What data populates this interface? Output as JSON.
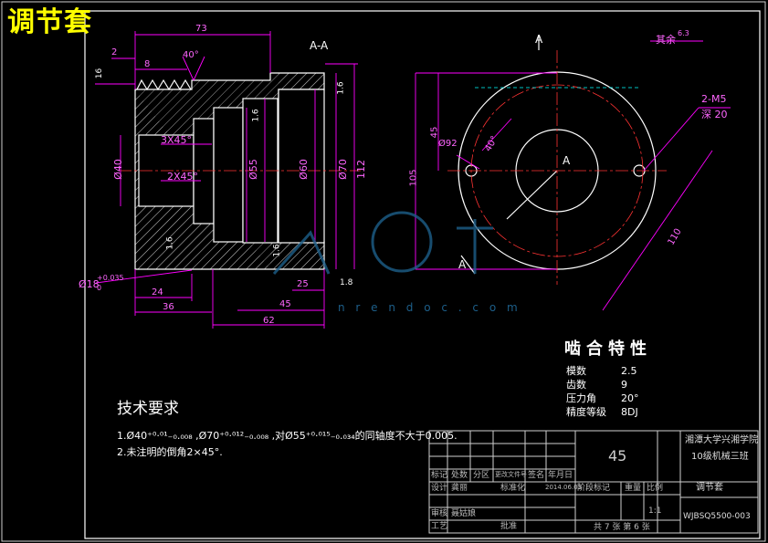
{
  "title": "调节套",
  "section": {
    "label_aa": "A-A",
    "label_a_top": "A",
    "label_a_center": "A",
    "label_a_bottom": "A"
  },
  "dims": {
    "d73": "73",
    "d2": "2",
    "d8": "8",
    "d40deg": "40°",
    "d16": "16",
    "d18a": "1.6",
    "d18b": "1.6",
    "d3x45": "3X45°",
    "d2x45": "2X45°",
    "d040": "Ø40",
    "d55": "Ø55",
    "d60": "Ø60",
    "d70": "Ø70",
    "d112": "112",
    "d16b": "1.6",
    "d25": "25",
    "d45": "45",
    "d62": "62",
    "d24": "24",
    "d36": "36",
    "d0180": "Ø18",
    "d0180_tol": "+0.035",
    "d0180_tol2": "0",
    "d18c": "1.8",
    "d18d": "1.6",
    "r45": "45",
    "r105": "105",
    "r92": "Ø92",
    "r40": "40°",
    "r110": "110",
    "m5": "2-M5",
    "m5deep": "深 20",
    "rest": "其余",
    "rest_val": "6.3"
  },
  "tech": {
    "heading": "技术要求",
    "line1": "1.Ø40⁺⁰·⁰¹₋₀.₀₀₈ ,Ø70⁺⁰·⁰¹²₋₀.₀₀₈ ,对Ø55⁺⁰·⁰¹⁵₋₀.₀₃₄的同轴度不大于0.005.",
    "line2": "2.未注明的倒角2×45°."
  },
  "mesh": {
    "heading": "啮合特性",
    "rows": [
      {
        "k": "模数",
        "v": "2.5"
      },
      {
        "k": "齿数",
        "v": "9"
      },
      {
        "k": "压力角",
        "v": "20°"
      },
      {
        "k": "精度等级",
        "v": "8DJ"
      }
    ]
  },
  "titleblock": {
    "material": "45",
    "school1": "湘潭大学兴湘学院",
    "school2": "10级机械三班",
    "part_name": "调节套",
    "drawing_no": "WJBSQ5500-003",
    "scale": "1:1",
    "sheet": "共 7 张  第 6 张",
    "h1": "标记",
    "h2": "处数",
    "h3": "分区",
    "h4": "更改文件号",
    "h5": "签名",
    "h6": "年月日",
    "r_design": "设计",
    "r_designer": "龚丽",
    "r_std": "标准化",
    "r_stage": "阶段标记",
    "r_weight": "重量",
    "r_scale": "比例",
    "r_review": "审核",
    "r_reviewer": "聂姑娘",
    "r_craft": "工艺",
    "r_approve": "批准",
    "date": "2014.06.03"
  },
  "watermark": "n r e n d o c . c o m",
  "colors": {
    "bg": "#000000",
    "magenta": "#ff00ff",
    "white": "#ffffff",
    "yellow": "#ffff00",
    "cyan": "#00ffff",
    "red": "#ff3333",
    "grey": "#9a9a9a"
  }
}
